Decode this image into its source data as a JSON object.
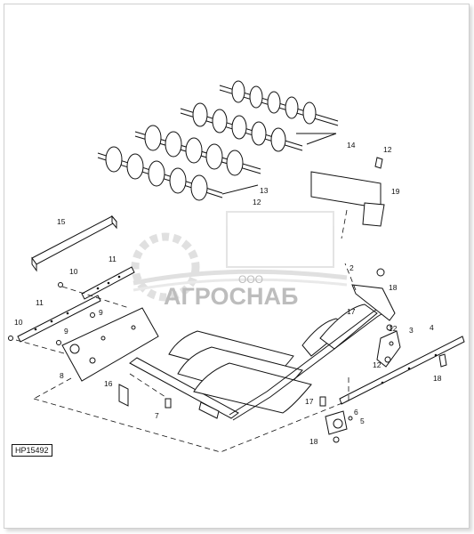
{
  "figure_code": "HP15492",
  "watermark": {
    "small": "ООО",
    "big": "АГРОСНАБ"
  },
  "callouts": {
    "c2": "2",
    "c3": "3",
    "c4": "4",
    "c5": "5",
    "c6": "6",
    "c7": "7",
    "c8": "8",
    "c9a": "9",
    "c9b": "9",
    "c10a": "10",
    "c10b": "10",
    "c11a": "11",
    "c11b": "11",
    "c12a": "12",
    "c12b": "12",
    "c12c": "12",
    "c12d": "12",
    "c13": "13",
    "c14": "14",
    "c15": "15",
    "c16": "16",
    "c17a": "17",
    "c17b": "17",
    "c18a": "18",
    "c18b": "18",
    "c18c": "18",
    "c19": "19"
  }
}
